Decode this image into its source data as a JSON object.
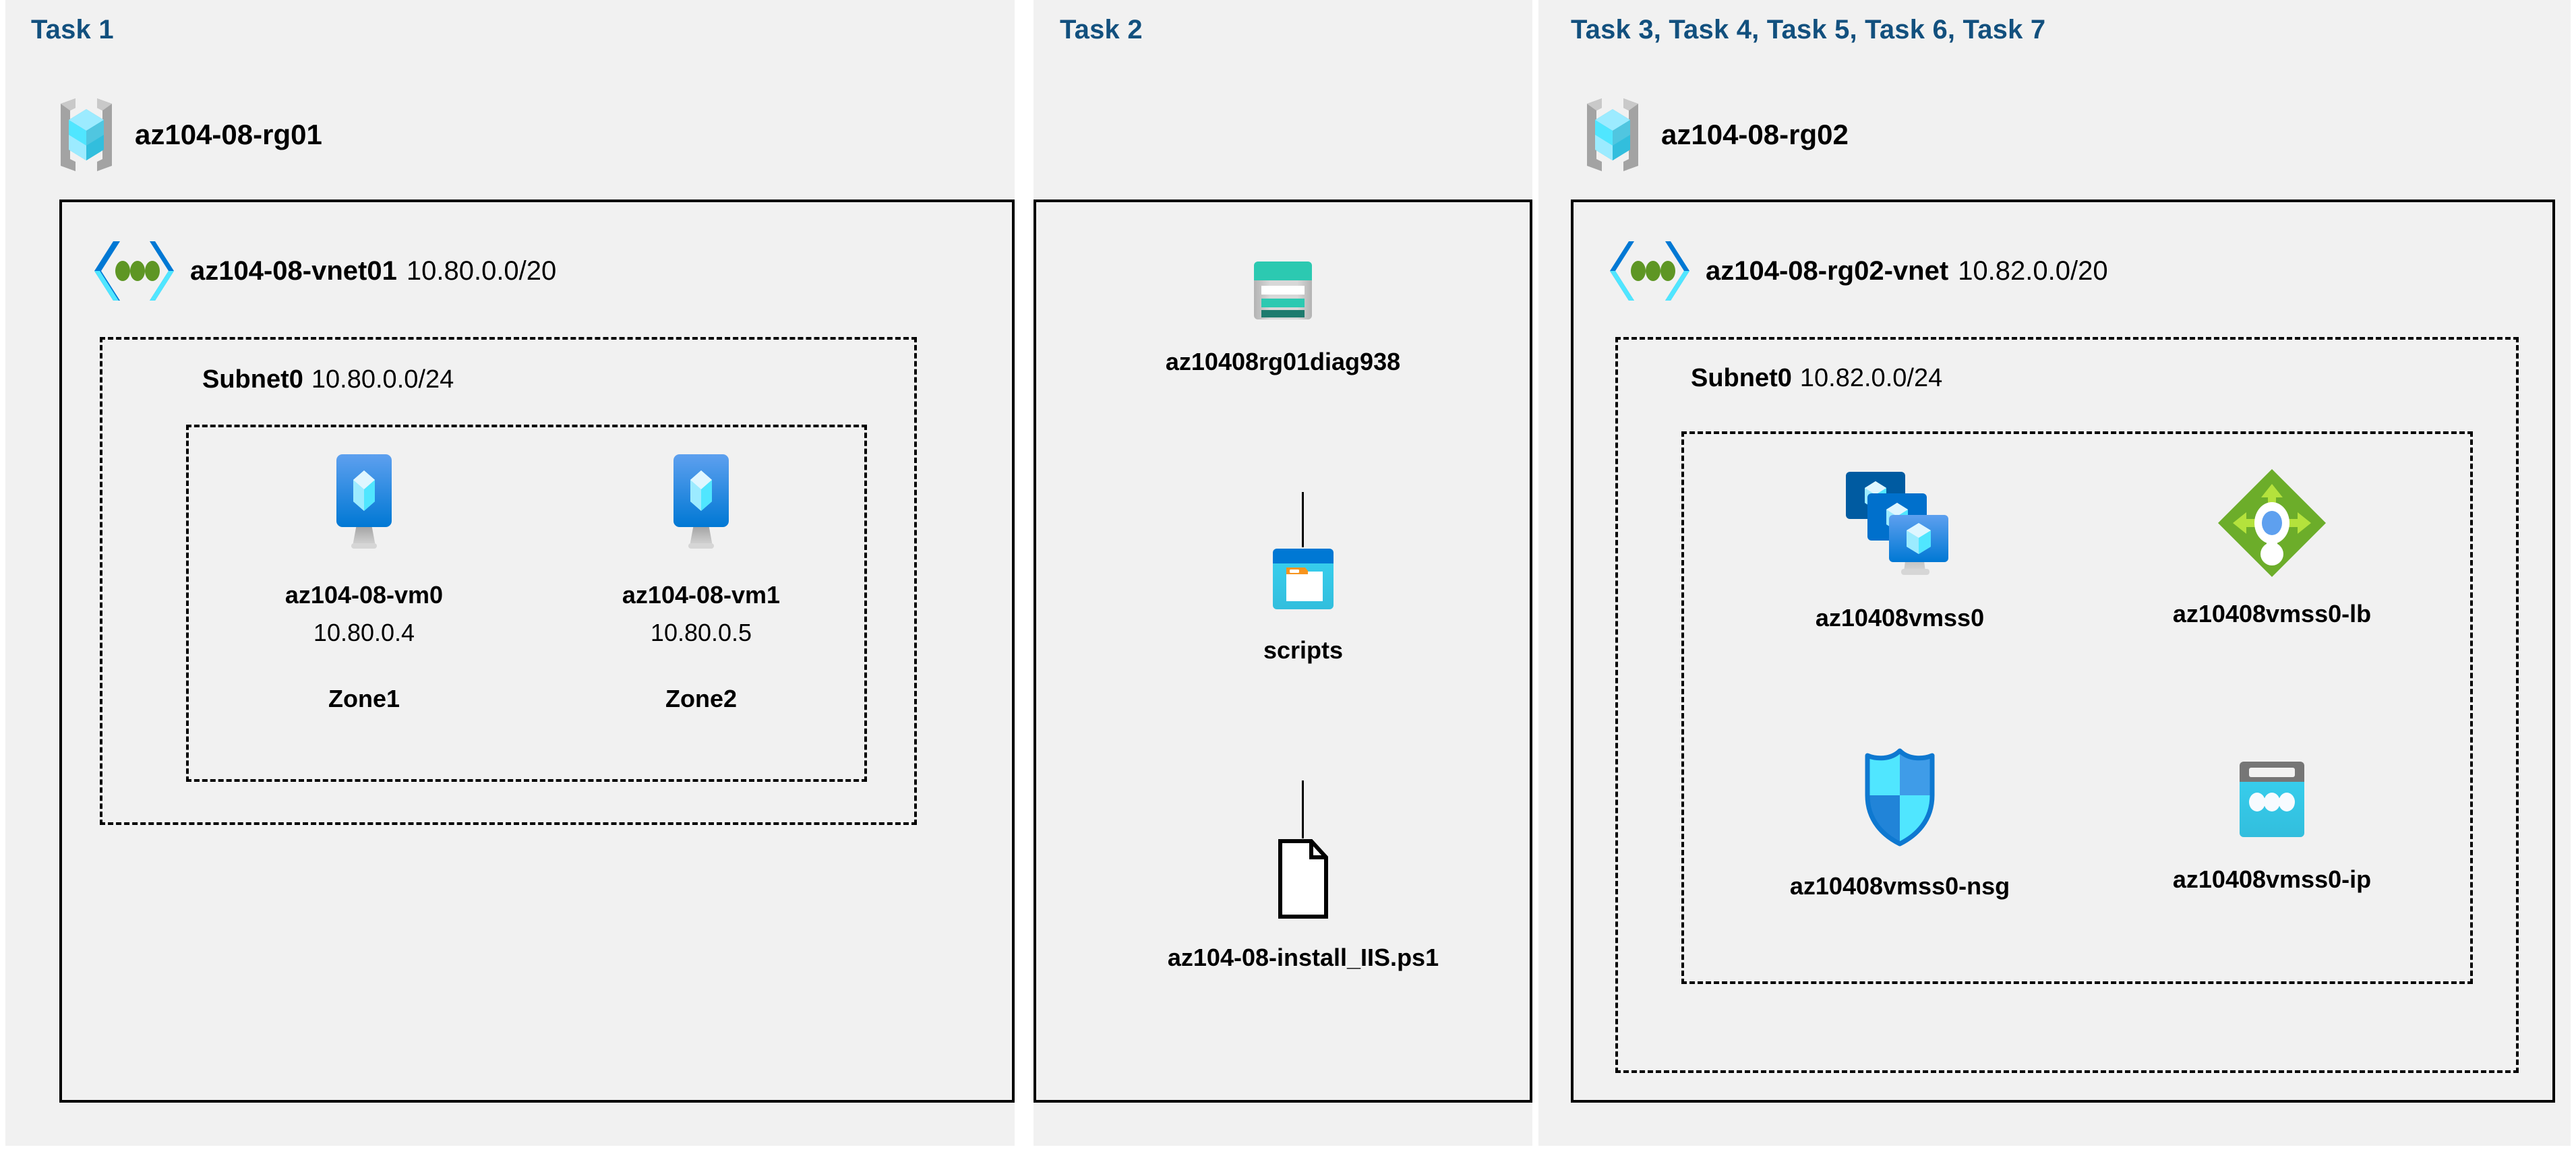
{
  "panels": [
    {
      "id": "task1",
      "title": "Task 1",
      "resource_group": {
        "name": "az104-08-rg01",
        "icon": "resource-group-icon"
      },
      "vnet": {
        "name": "az104-08-vnet01",
        "cidr": "10.80.0.0/20",
        "icon": "virtual-network-icon"
      },
      "subnet": {
        "name": "Subnet0",
        "cidr": "10.80.0.0/24"
      },
      "nodes": [
        {
          "name": "az104-08-vm0",
          "ip": "10.80.0.4",
          "zone": "Zone1",
          "icon": "virtual-machine-icon"
        },
        {
          "name": "az104-08-vm1",
          "ip": "10.80.0.5",
          "zone": "Zone2",
          "icon": "virtual-machine-icon"
        }
      ]
    },
    {
      "id": "task2",
      "title": "Task 2",
      "nodes": [
        {
          "name": "az10408rg01diag938",
          "icon": "storage-account-icon"
        },
        {
          "name": "scripts",
          "icon": "blob-container-icon"
        },
        {
          "name": "az104-08-install_IIS.ps1",
          "icon": "file-document-icon"
        }
      ]
    },
    {
      "id": "task3",
      "title": "Task 3, Task 4, Task 5, Task 6, Task 7",
      "resource_group": {
        "name": "az104-08-rg02",
        "icon": "resource-group-icon"
      },
      "vnet": {
        "name": "az104-08-rg02-vnet",
        "cidr": "10.82.0.0/20",
        "icon": "virtual-network-icon"
      },
      "subnet": {
        "name": "Subnet0",
        "cidr": "10.82.0.0/24"
      },
      "nodes": [
        {
          "name": "az10408vmss0",
          "icon": "vm-scale-set-icon"
        },
        {
          "name": "az10408vmss0-lb",
          "icon": "load-balancer-icon"
        },
        {
          "name": "az10408vmss0-nsg",
          "icon": "network-security-group-icon"
        },
        {
          "name": "az10408vmss0-ip",
          "icon": "public-ip-address-icon"
        }
      ]
    }
  ],
  "colors": {
    "task_title": "#12507e",
    "panel_background": "#f1f1f1",
    "page_background": "#ffffff",
    "border": "#000000",
    "azure_blue": "#0078d4",
    "cyan": "#32bedd",
    "light_cyan": "#9cebff",
    "teal": "#2cc9b1",
    "dark_teal": "#1d7b6e",
    "green": "#6cad2a",
    "light_green": "#9ede24",
    "gray": "#767676",
    "orange": "#f7941e"
  }
}
